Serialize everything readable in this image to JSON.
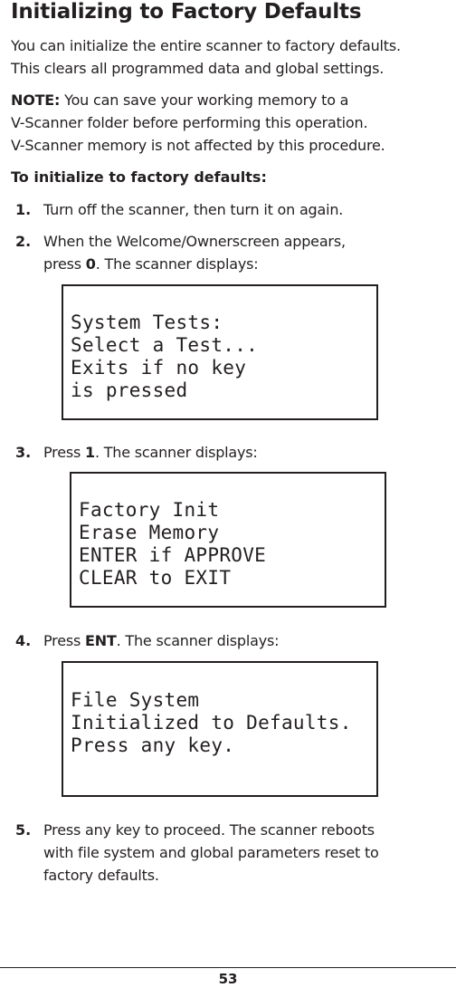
{
  "title": "Initializing to Factory Defaults",
  "intro_lines": [
    "You can initialize the entire scanner to factory defaults.",
    "This clears all programmed data and global settings."
  ],
  "note": {
    "label": "NOTE:",
    "lines": [
      " You can save your working memory to a",
      "V-Scanner folder before performing this operation.",
      "V-Scanner memory is not affected by this procedure."
    ]
  },
  "procedure_heading": "To initialize to factory defaults:",
  "steps": [
    {
      "number": "1.",
      "lines": [
        {
          "pre": "Turn off the scanner, then turn it on again.",
          "key": "",
          "post": ""
        }
      ]
    },
    {
      "number": "2.",
      "lines": [
        {
          "pre": "When the Welcome/Ownerscreen appears,",
          "key": "",
          "post": ""
        },
        {
          "pre": "press ",
          "key": "0",
          "post": ". The scanner displays:"
        }
      ],
      "display": [
        "System Tests:",
        "Select a Test...",
        "Exits if no key",
        "is pressed"
      ]
    },
    {
      "number": "3.",
      "lines": [
        {
          "pre": "Press ",
          "key": "1",
          "post": ". The scanner displays:"
        }
      ],
      "display": [
        "Factory Init",
        "Erase Memory",
        "ENTER if APPROVE",
        "CLEAR to EXIT"
      ]
    },
    {
      "number": "4.",
      "lines": [
        {
          "pre": "Press ",
          "key": "ENT",
          "post": ". The scanner displays:"
        }
      ],
      "display": [
        "File System",
        "Initialized to Defaults.",
        "Press any key."
      ]
    },
    {
      "number": "5.",
      "lines": [
        {
          "pre": "Press any key to proceed. The scanner reboots",
          "key": "",
          "post": ""
        },
        {
          "pre": "with file system and global parameters reset to",
          "key": "",
          "post": ""
        },
        {
          "pre": "factory defaults.",
          "key": "",
          "post": ""
        }
      ]
    }
  ],
  "page_number": "53"
}
